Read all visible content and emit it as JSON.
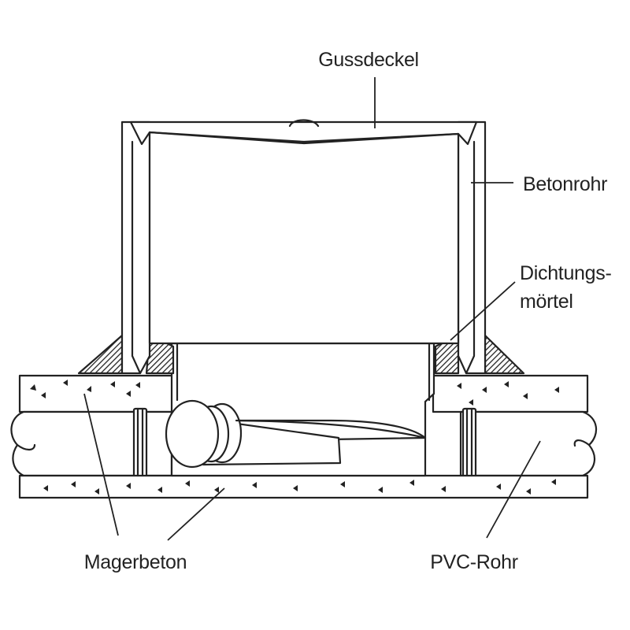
{
  "labels": {
    "gussdeckel": "Gussdeckel",
    "betonrohr": "Betonrohr",
    "dichtungsmoertel_line1": "Dichtungs-",
    "dichtungsmoertel_line2": "mörtel",
    "magerbeton": "Magerbeton",
    "pvc_rohr": "PVC-Rohr"
  },
  "colors": {
    "line": "#222222",
    "fill": "#ffffff",
    "hatch": "#222222"
  }
}
